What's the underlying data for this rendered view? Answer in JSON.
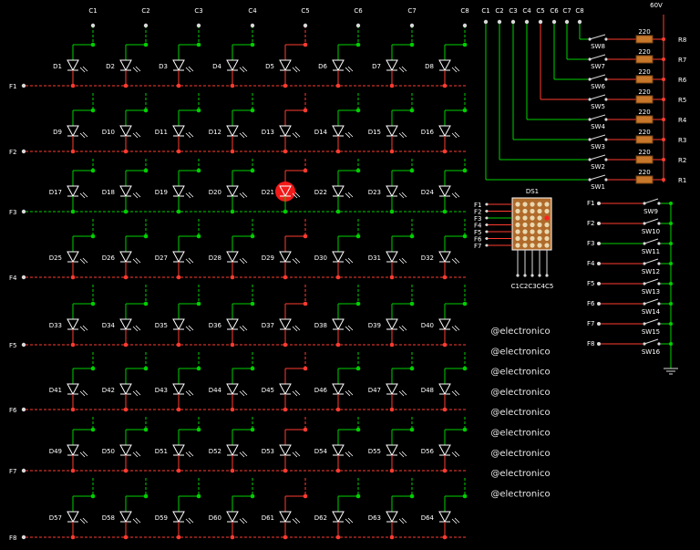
{
  "schematic": {
    "columns": [
      "C1",
      "C2",
      "C3",
      "C4",
      "C5",
      "C6",
      "C7",
      "C8"
    ],
    "rows": [
      "F1",
      "F2",
      "F3",
      "F4",
      "F5",
      "F6",
      "F7",
      "F8"
    ],
    "diode_prefix": "D",
    "lit_diode": 21,
    "supply_label": "60V",
    "col_header": [
      "C1",
      "C2",
      "C3",
      "C4",
      "C5",
      "C6",
      "C7",
      "C8"
    ],
    "col_switches": [
      "SW8",
      "SW7",
      "SW6",
      "SW5",
      "SW4",
      "SW3",
      "SW2",
      "SW1"
    ],
    "resistor_value": "220",
    "resistors": [
      "R8",
      "R7",
      "R6",
      "R5",
      "R4",
      "R3",
      "R2",
      "R1"
    ],
    "matrix": {
      "name": "DS1",
      "rows": [
        "F1",
        "F2",
        "F3",
        "F4",
        "F5",
        "F6",
        "F7"
      ],
      "cols": [
        "C1",
        "C2",
        "C3",
        "C4",
        "C5"
      ],
      "col_text": "C1C2C3C4C5"
    },
    "row_switches": [
      "SW9",
      "SW10",
      "SW11",
      "SW12",
      "SW13",
      "SW14",
      "SW15",
      "SW16"
    ],
    "row_switch_labels": [
      "F1",
      "F2",
      "F3",
      "F4",
      "F5",
      "F6",
      "F7",
      "F8"
    ],
    "watermark": "@electronico",
    "watermark_count": 9,
    "colors": {
      "high": "#ff3b30",
      "low": "#00d000",
      "node": "#ff4040",
      "wire_white": "#d8d8d8",
      "resistor": "#c8782a",
      "lit": "#ff1a1a"
    }
  }
}
